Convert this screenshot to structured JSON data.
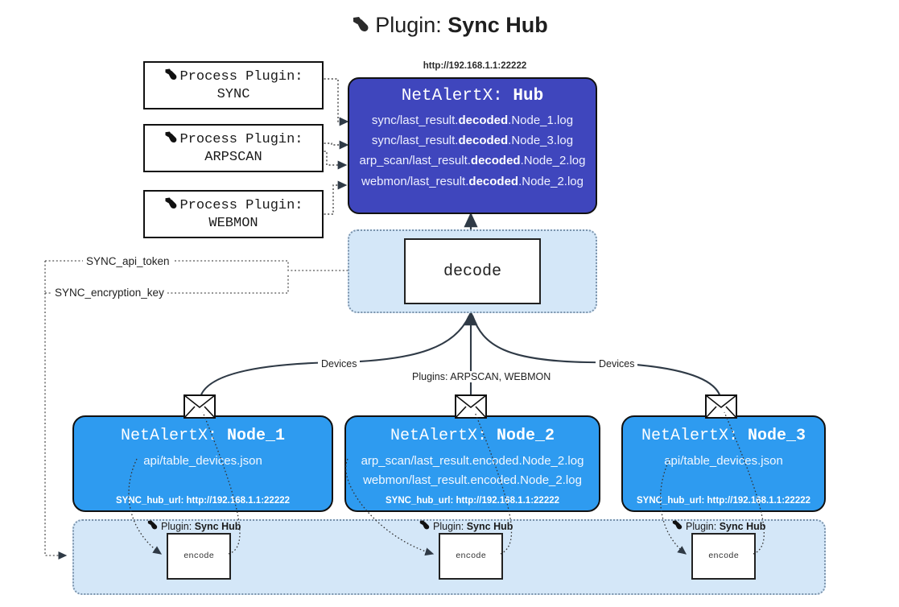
{
  "title": {
    "icon": "plug-icon",
    "label": "Plugin:",
    "name": "Sync Hub"
  },
  "process_plugins": [
    {
      "icon": "plug-icon",
      "line1": "Process Plugin:",
      "line2": "SYNC"
    },
    {
      "icon": "plug-icon",
      "line1": "Process Plugin:",
      "line2": "ARPSCAN"
    },
    {
      "icon": "plug-icon",
      "line1": "Process Plugin:",
      "line2": "WEBMON"
    }
  ],
  "hub": {
    "url": "http://192.168.1.1:22222",
    "title_prefix": "NetAlertX:",
    "title_name": "Hub",
    "lines": [
      {
        "pre": "sync/last_result.",
        "strong": "decoded",
        "post": ".Node_1.log"
      },
      {
        "pre": "sync/last_result.",
        "strong": "decoded",
        "post": ".Node_3.log"
      },
      {
        "pre": "arp_scan/last_result.",
        "strong": "decoded",
        "post": ".Node_2.log"
      },
      {
        "pre": "webmon/last_result.",
        "strong": "decoded",
        "post": ".Node_2.log"
      }
    ]
  },
  "decode": {
    "label": "decode"
  },
  "tokens": {
    "api_token": "SYNC_api_token",
    "encryption_key": "SYNC_encryption_key"
  },
  "edge_labels": {
    "devices_left": "Devices",
    "devices_right": "Devices",
    "plugins": "Plugins: ARPSCAN, WEBMON"
  },
  "nodes": [
    {
      "title_prefix": "NetAlertX:",
      "title_name": "Node_1",
      "lines": [
        "api/table_devices.json"
      ],
      "footer": "SYNC_hub_url: http://192.168.1.1:22222"
    },
    {
      "title_prefix": "NetAlertX:",
      "title_name": "Node_2",
      "lines": [
        "arp_scan/last_result.encoded.Node_2.log",
        "webmon/last_result.encoded.Node_2.log"
      ],
      "footer": "SYNC_hub_url: http://192.168.1.1:22222"
    },
    {
      "title_prefix": "NetAlertX:",
      "title_name": "Node_3",
      "lines": [
        "api/table_devices.json"
      ],
      "footer": "SYNC_hub_url: http://192.168.1.1:22222"
    }
  ],
  "encoders": [
    {
      "plugin_label": "Plugin:",
      "plugin_name": "Sync Hub",
      "box_label": "encode"
    },
    {
      "plugin_label": "Plugin:",
      "plugin_name": "Sync Hub",
      "box_label": "encode"
    },
    {
      "plugin_label": "Plugin:",
      "plugin_name": "Sync Hub",
      "box_label": "encode"
    }
  ],
  "colors": {
    "hub": "#3f46bd",
    "node": "#2e9bf0",
    "container": "#d4e7f8",
    "container_border": "#7b93ab",
    "stroke": "#333333"
  }
}
